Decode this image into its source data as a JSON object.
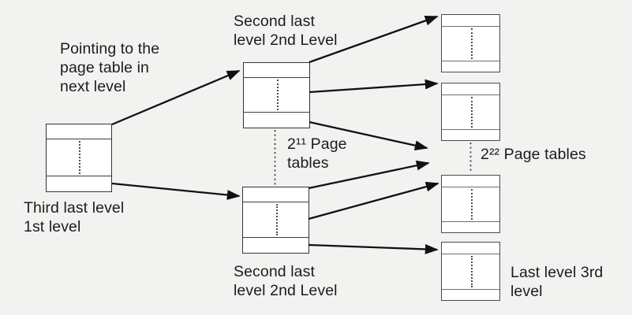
{
  "labels": {
    "pointing_note": "Pointing to the\npage table in\nnext level",
    "second_last_top": "Second last\nlevel 2nd Level",
    "third_last": "Third last level\n1st level",
    "second_last_bottom": "Second last\nlevel 2nd Level",
    "middle_count": "2¹¹ Page\ntables",
    "right_count": "2²² Page tables",
    "last_level": "Last level 3rd\nlevel"
  },
  "colors": {
    "background": "#f2f2f0",
    "box_fill": "#ffffff",
    "box_border": "#333333",
    "arrow": "#111111",
    "text": "#1c1c1c"
  },
  "structure": {
    "type": "multi-level page table diagram",
    "nodes": [
      "first-level-table",
      "second-level-table-top",
      "second-level-table-bottom",
      "third-level-table-1",
      "third-level-table-2",
      "third-level-table-3",
      "third-level-table-4"
    ],
    "edges": [
      {
        "from": "first-level-table",
        "to": "second-level-table-top"
      },
      {
        "from": "first-level-table",
        "to": "second-level-table-bottom"
      },
      {
        "from": "second-level-table-top",
        "to": "third-level-table-1"
      },
      {
        "from": "second-level-table-top",
        "to": "third-level-table-2"
      },
      {
        "from": "second-level-table-top",
        "to": "ellipsis-region"
      },
      {
        "from": "second-level-table-bottom",
        "to": "ellipsis-region"
      },
      {
        "from": "second-level-table-bottom",
        "to": "third-level-table-3"
      },
      {
        "from": "second-level-table-bottom",
        "to": "third-level-table-4"
      }
    ]
  }
}
